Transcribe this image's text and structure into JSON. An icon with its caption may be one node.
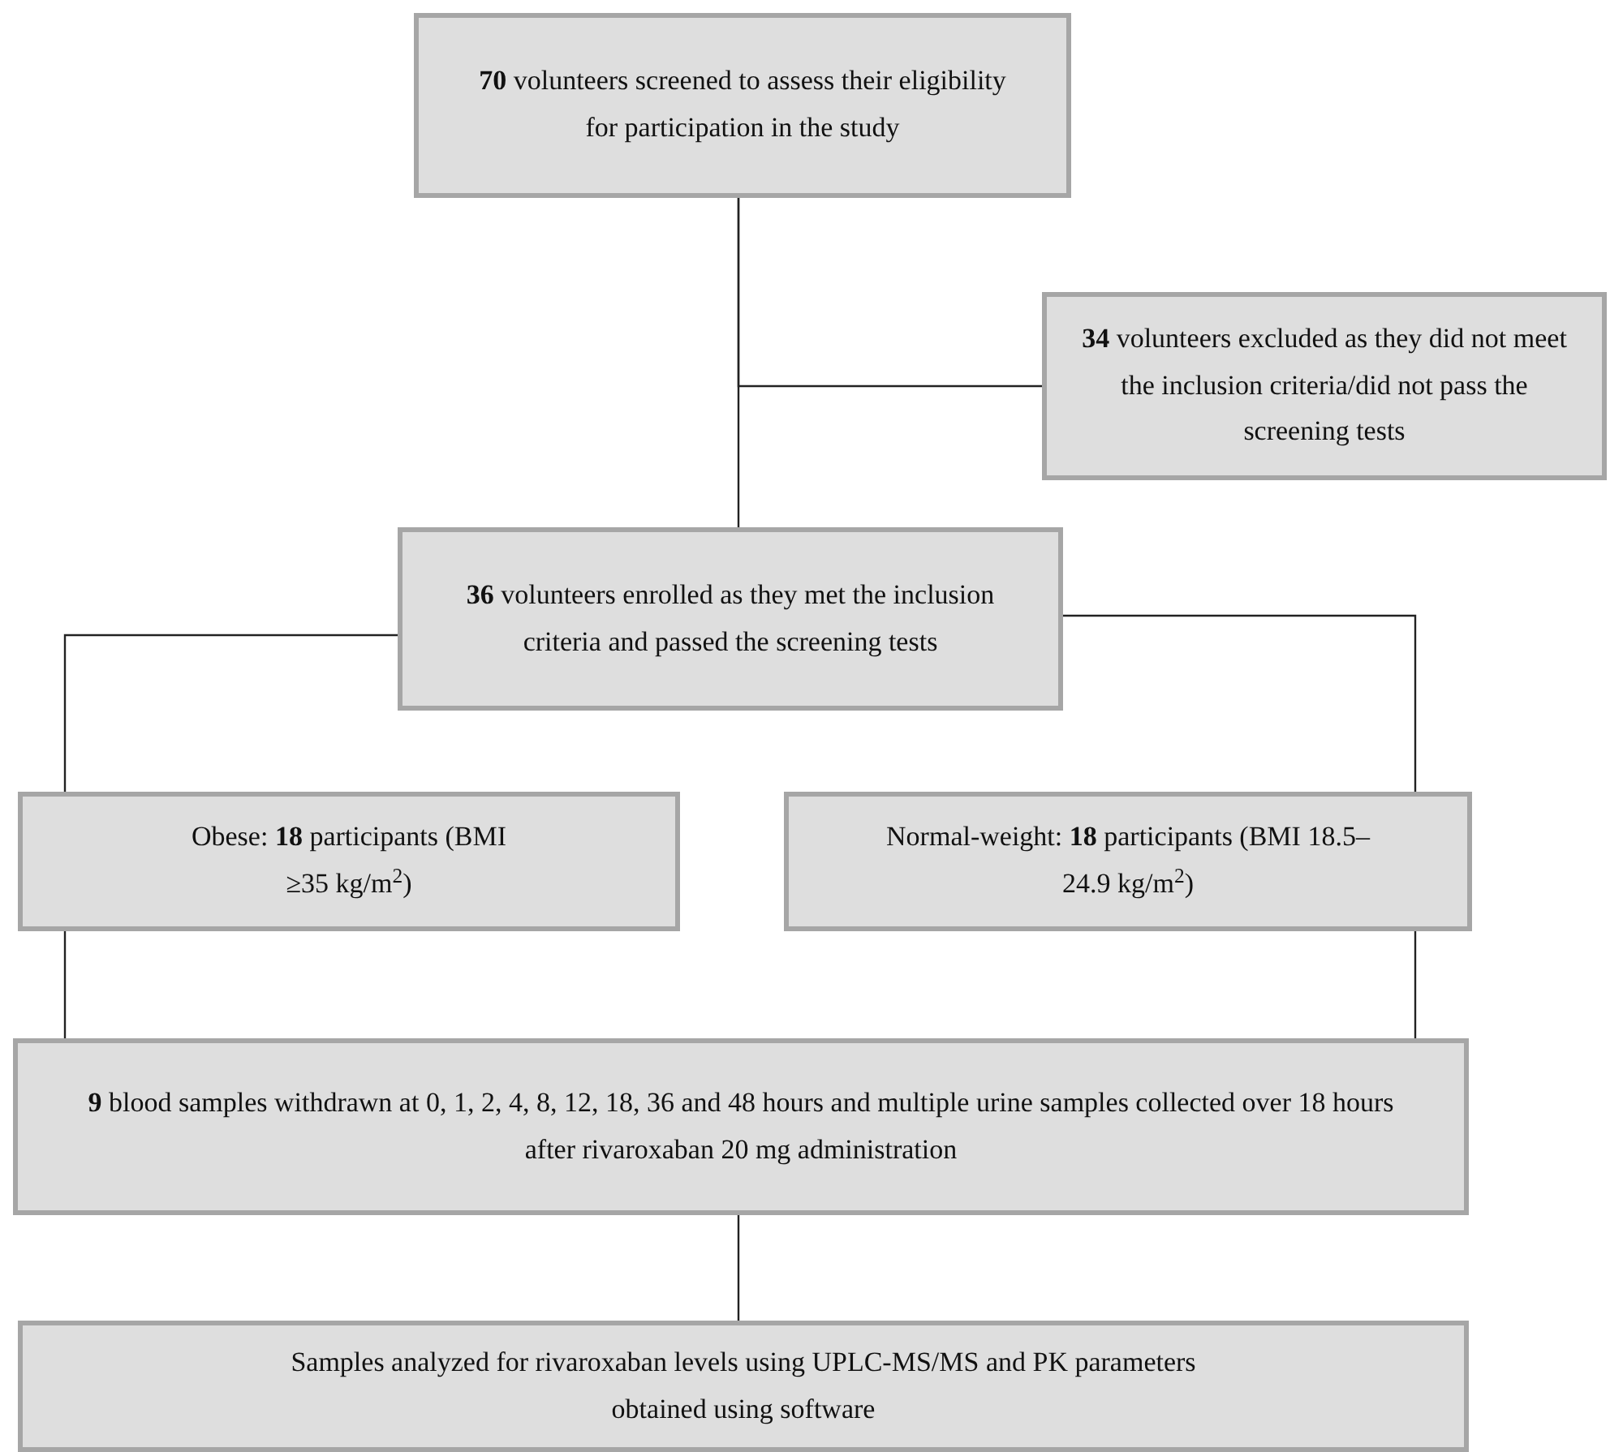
{
  "diagram": {
    "nodes": [
      {
        "text": [
          "**70** volunteers screened to assess their eligibility for participation in the study"
        ]
      },
      {
        "text": [
          "**34** volunteers excluded as they did not meet the inclusion criteria/did not pass the screening tests"
        ]
      },
      {
        "text": [
          "**36** volunteers enrolled as they met the inclusion criteria and passed the screening tests"
        ]
      },
      {
        "text": [
          "Obese: **18** participants (BMI ≥35 kg/m$^{2}$)"
        ]
      },
      {
        "text": [
          "Normal-weight: **18** participants (BMI 18.5–24.9 kg/m$^{2}$)"
        ]
      },
      {
        "text": [
          "**9** blood samples withdrawn at 0, 1, 2, 4, 8, 12, 18, 36 and 48 hours and multiple urine samples collected over 18 hours after rivaroxaban 20 mg administration"
        ]
      },
      {
        "text": [
          "Samples analyzed for rivaroxaban levels using UPLC-MS/MS and PK parameters obtained using software"
        ]
      }
    ],
    "edges": [
      {
        "from": 0,
        "to": 2,
        "arrow": "none"
      },
      {
        "from": 0,
        "to": 1,
        "arrow": "none"
      },
      {
        "from": 2,
        "to": 3,
        "arrow": "none"
      },
      {
        "from": 2,
        "to": 4,
        "arrow": "none"
      },
      {
        "from": 3,
        "to": 5,
        "arrow": "none"
      },
      {
        "from": 4,
        "to": 5,
        "arrow": "none"
      },
      {
        "from": 5,
        "to": 6,
        "arrow": "none"
      }
    ]
  }
}
